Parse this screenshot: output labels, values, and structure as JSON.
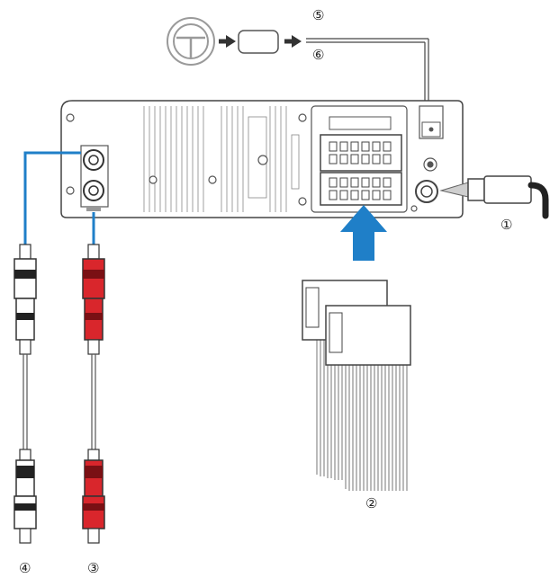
{
  "callouts": {
    "c1": "①",
    "c2": "②",
    "c3": "③",
    "c4": "④",
    "c5": "⑤",
    "c6": "⑥"
  },
  "colors": {
    "line": "#333333",
    "blue": "#1f7fc8",
    "red": "#d9262c",
    "gray_fill": "#e9e9e9",
    "light_gray": "#bdbdbd"
  }
}
